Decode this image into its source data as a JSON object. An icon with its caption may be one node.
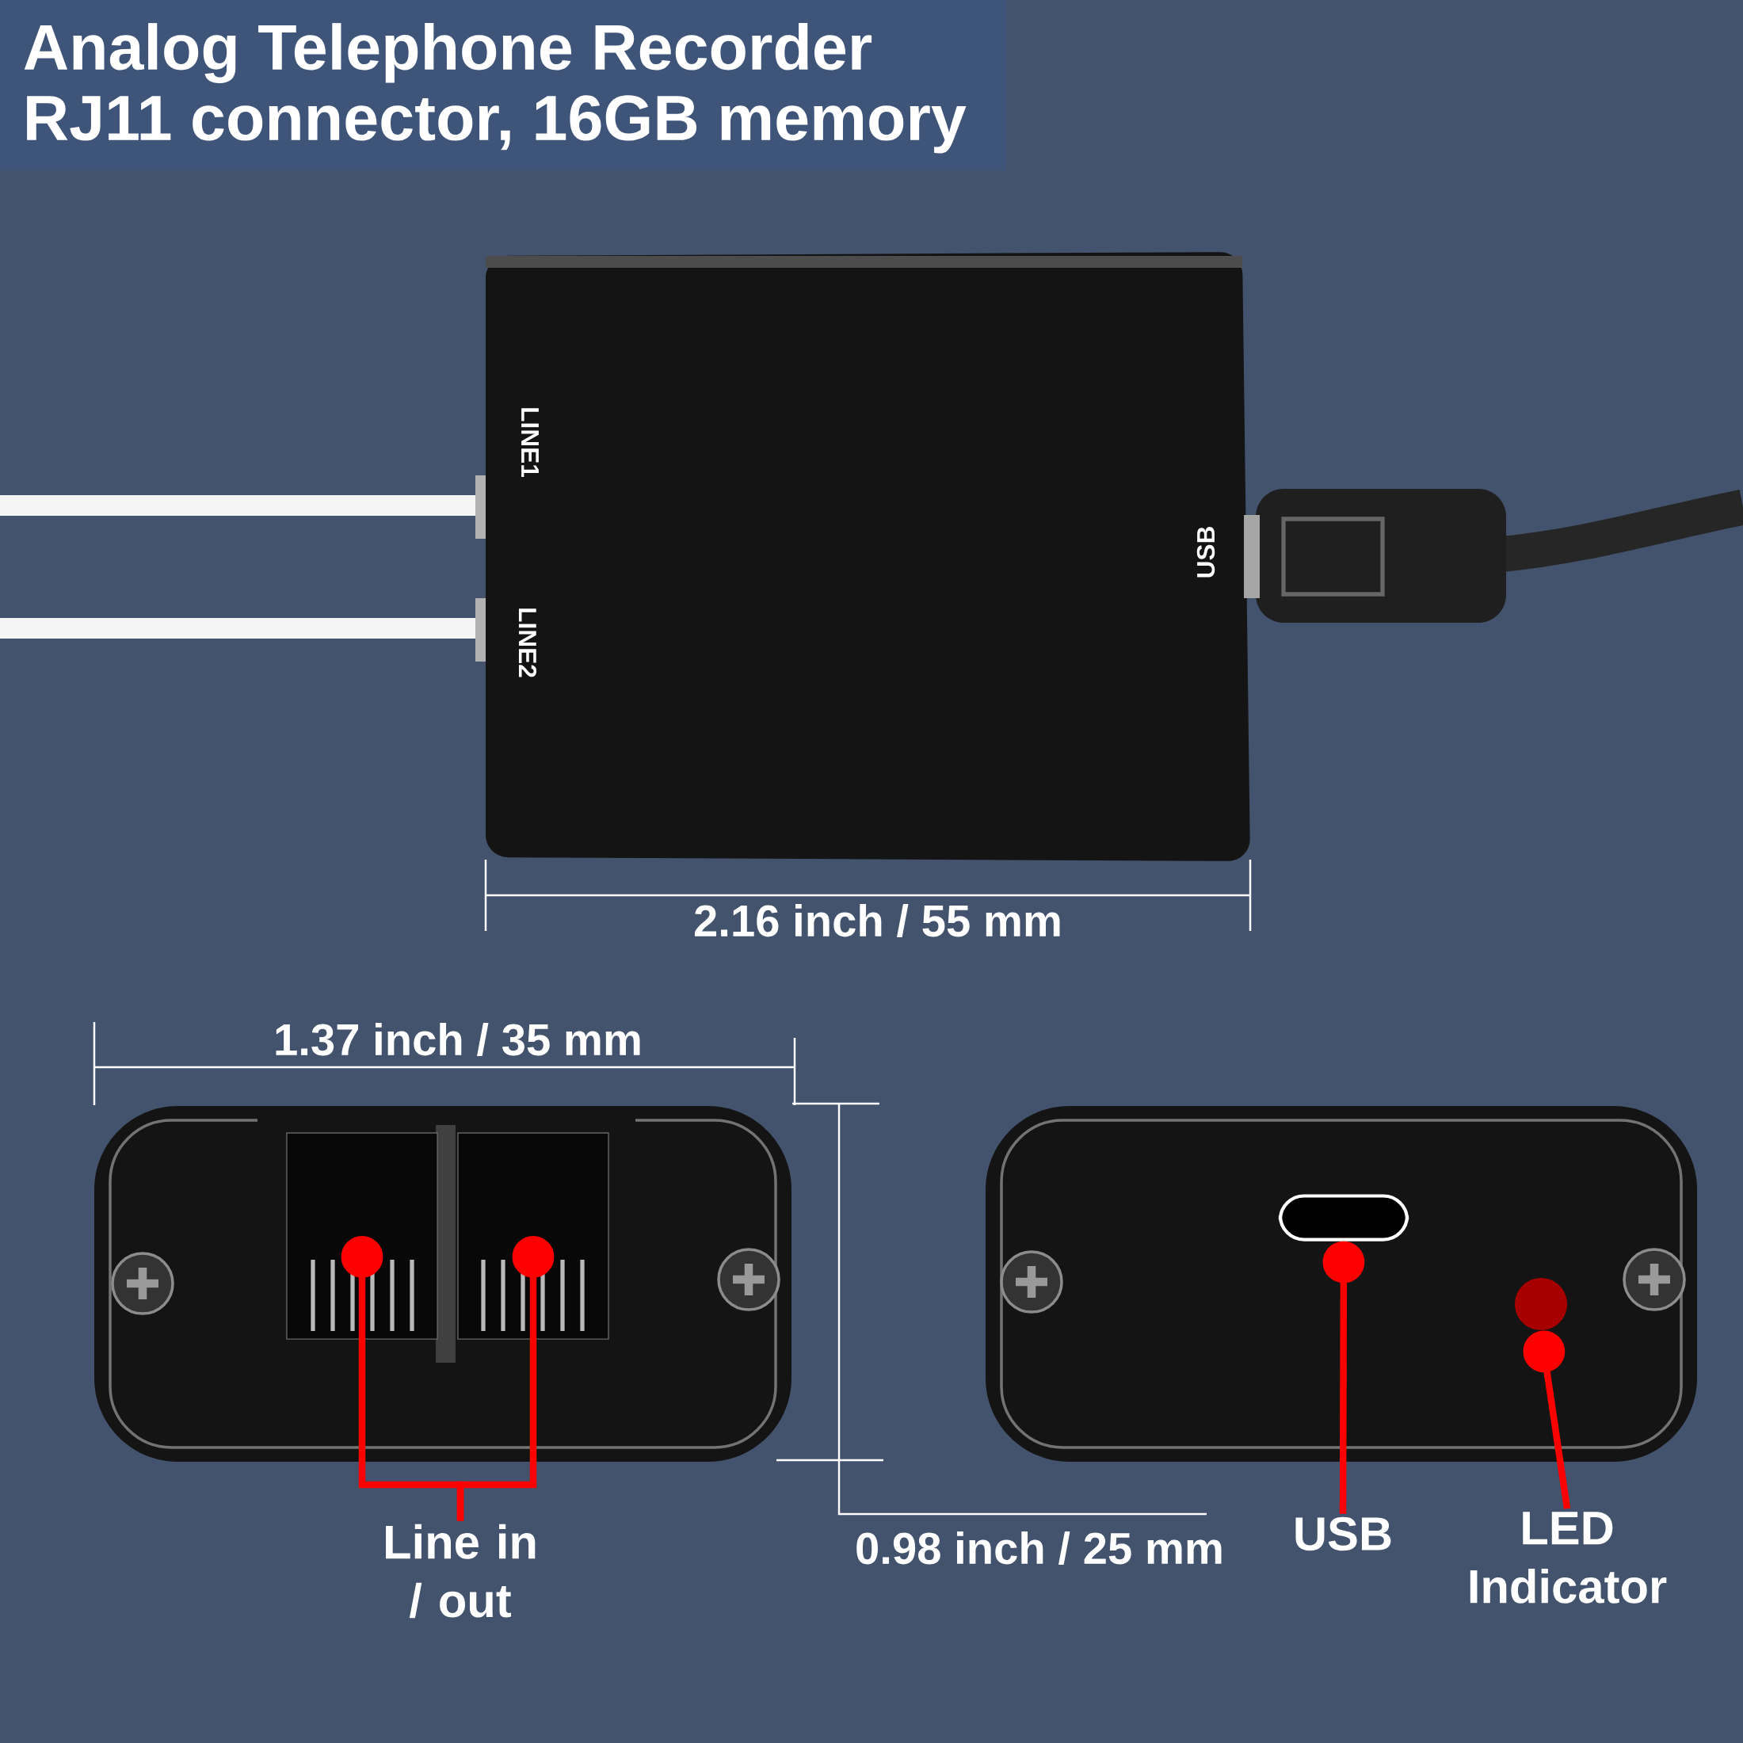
{
  "diagram": {
    "title": "Analog Telephone Recorder",
    "nodes": [
      {
        "text": [
          "Line in / out"
        ]
      },
      {
        "text": [],
        "shape": "box"
      },
      {
        "text": [],
        "shape": "box"
      },
      {
        "text": [
          "USB"
        ]
      },
      {
        "text": [],
        "shape": "box"
      },
      {
        "text": [
          "LED Indicator"
        ]
      },
      {
        "text": [],
        "shape": "circle"
      }
    ],
    "edges": [
      {
        "from": 0,
        "to": 1,
        "arrow": "other",
        "color": "#ff0000"
      },
      {
        "from": 0,
        "to": 2,
        "arrow": "other",
        "color": "#ff0000"
      },
      {
        "from": 3,
        "to": 4,
        "arrow": "other",
        "color": "#ff0000"
      },
      {
        "from": 5,
        "to": 6,
        "arrow": "other",
        "color": "#ff0000"
      }
    ],
    "labels": [
      "RJ11 connector, 16GB memory",
      "LINE1",
      "USB",
      "LINE2",
      "2.16 inch / 55 mm",
      "1.37 inch / 35 mm",
      "0.98 inch / 25 mm"
    ]
  }
}
